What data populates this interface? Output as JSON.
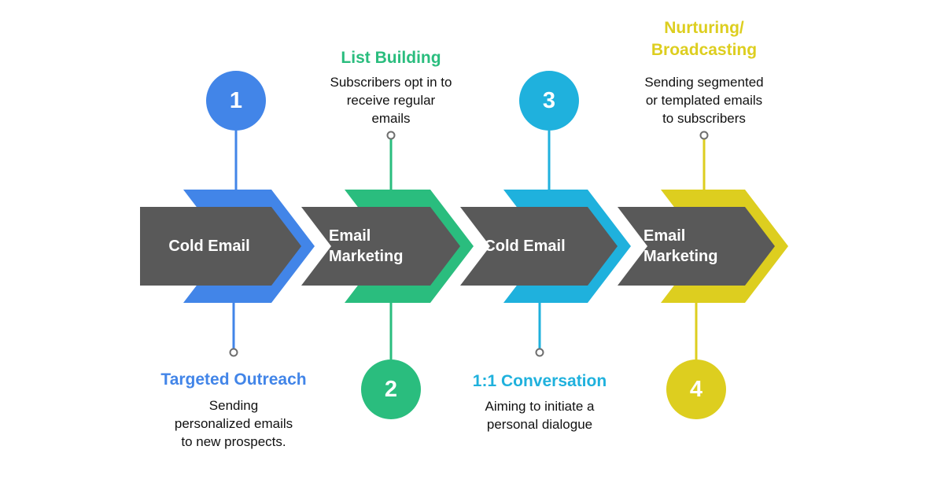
{
  "colors": {
    "arrow_gray": "#595959",
    "dot_fill": "#ffffff",
    "dot_stroke": "#6e6e6e",
    "body_text": "#111111",
    "background": "#ffffff"
  },
  "steps": [
    {
      "number": "1",
      "color": "#4285e8",
      "arrow_label_lines": [
        "Cold Email"
      ],
      "heading_lines": [
        "Targeted Outreach"
      ],
      "description_lines": [
        "Sending",
        "personalized emails",
        "to new prospects."
      ]
    },
    {
      "number": "2",
      "color": "#2abd7e",
      "arrow_label_lines": [
        "Email",
        "Marketing"
      ],
      "heading_lines": [
        "List Building"
      ],
      "description_lines": [
        "Subscribers opt in to",
        "receive regular",
        "emails"
      ]
    },
    {
      "number": "3",
      "color": "#1fb1dd",
      "arrow_label_lines": [
        "Cold Email"
      ],
      "heading_lines": [
        "1:1 Conversation"
      ],
      "description_lines": [
        "Aiming to initiate a",
        "personal dialogue"
      ]
    },
    {
      "number": "4",
      "color": "#ddce1f",
      "arrow_label_lines": [
        "Email",
        "Marketing"
      ],
      "heading_lines": [
        "Nurturing/",
        "Broadcasting"
      ],
      "description_lines": [
        "Sending segmented",
        "or templated emails",
        "to subscribers"
      ]
    }
  ]
}
